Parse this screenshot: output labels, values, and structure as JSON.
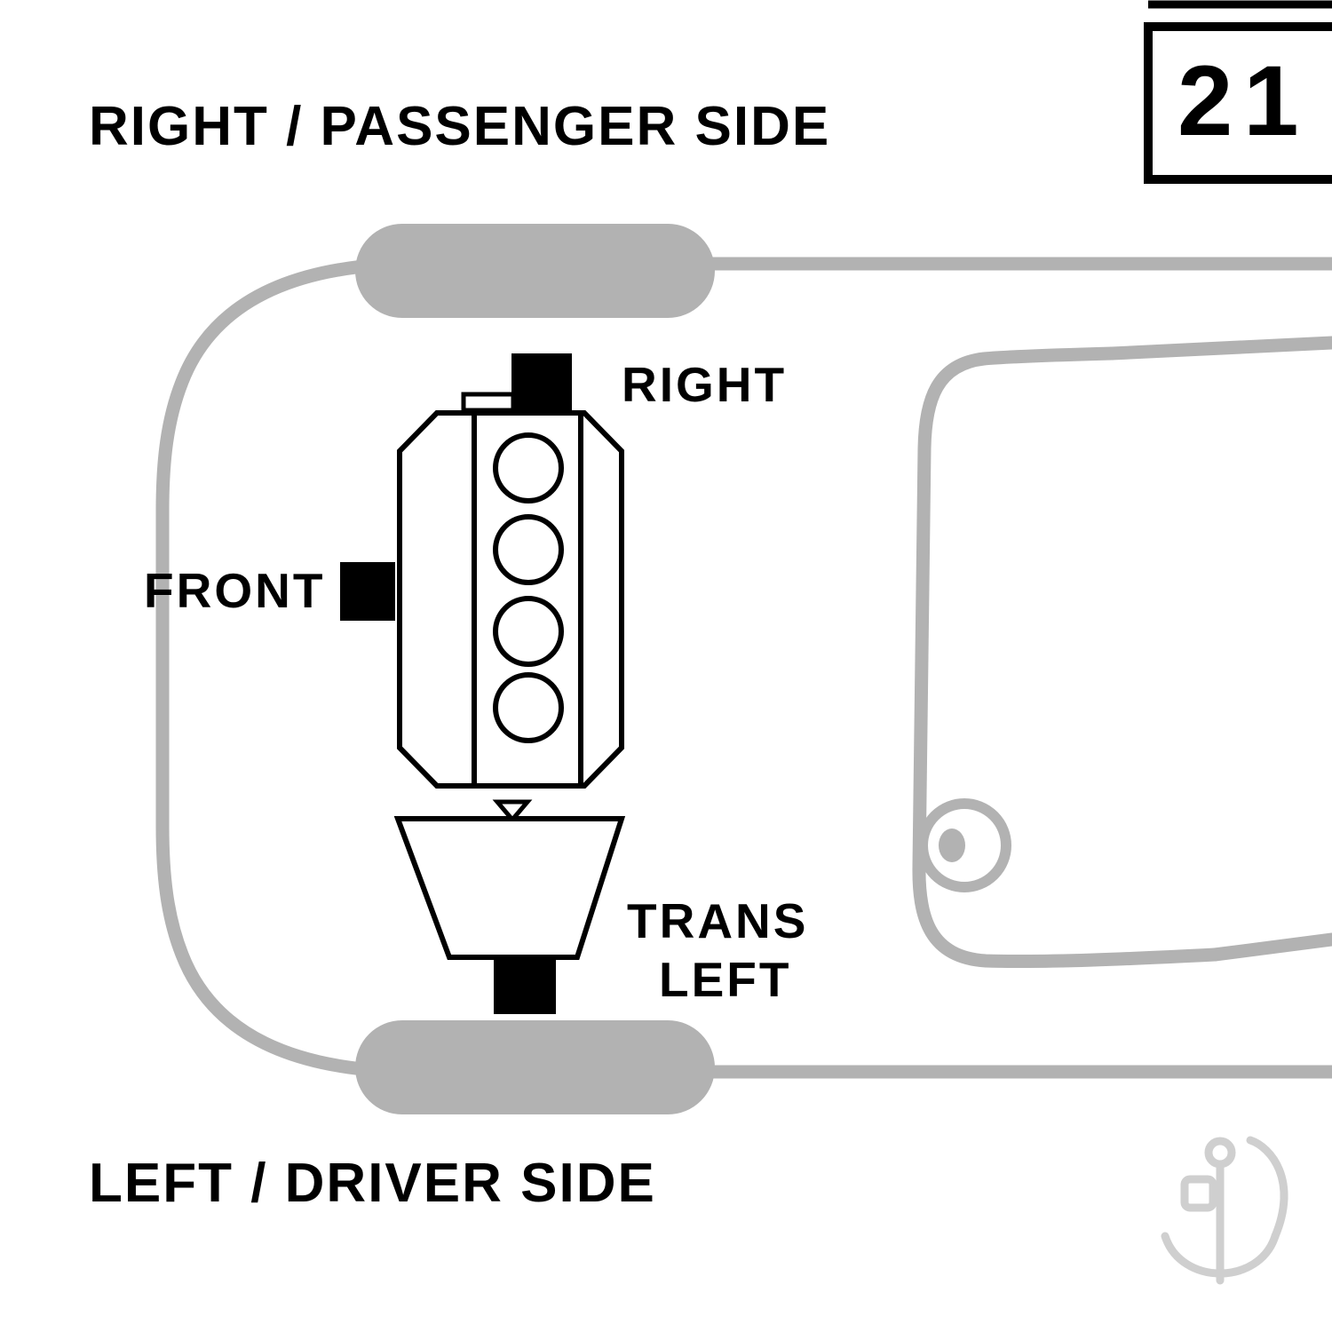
{
  "page": {
    "top_label": "RIGHT / PASSENGER SIDE",
    "bottom_label": "LEFT / DRIVER SIDE",
    "page_number": "21"
  },
  "mount_labels": {
    "right": "RIGHT",
    "front": "FRONT",
    "trans_line1": "TRANS",
    "trans_line2": "LEFT"
  },
  "colors": {
    "car_outline": "#b2b2b2",
    "diagram_black": "#000000",
    "watermark": "#cfcfcf",
    "background": "#ffffff"
  }
}
